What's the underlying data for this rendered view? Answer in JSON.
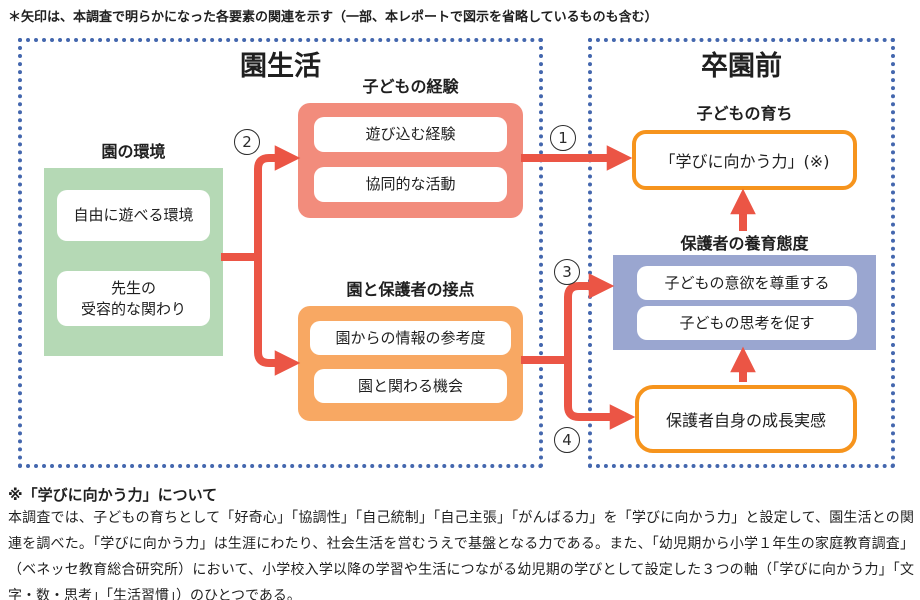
{
  "note_top": "＊矢印は、本調査で明らかになった各要素の関連を示す（一部、本レポートで図示を省略しているものも含む）",
  "panels": {
    "left": {
      "title": "園生活"
    },
    "right": {
      "title": "卒園前"
    }
  },
  "groups": {
    "environment": {
      "label": "園の環境",
      "items": [
        "自由に遊べる環境",
        "先生の\n受容的な関わり"
      ]
    },
    "experience": {
      "label": "子どもの経験",
      "items": [
        "遊び込む経験",
        "協同的な活動"
      ]
    },
    "contact": {
      "label": "園と保護者の接点",
      "items": [
        "園からの情報の参考度",
        "園と関わる機会"
      ]
    },
    "child_growth": {
      "label": "子どもの育ち",
      "box": "「学びに向かう力」(※)"
    },
    "parenting": {
      "label": "保護者の養育態度",
      "items": [
        "子どもの意欲を尊重する",
        "子どもの思考を促す"
      ]
    },
    "parent_growth": {
      "box": "保護者自身の成長実感"
    }
  },
  "arrow_labels": {
    "n1": "1",
    "n2": "2",
    "n3": "3",
    "n4": "4"
  },
  "footnote": {
    "heading": "※「学びに向かう力」について",
    "body": "本調査では、子どもの育ちとして「好奇心」「協調性」「自己統制」「自己主張」「がんばる力」を「学びに向かう力」と設定して、園生活との関連を調べた。「学びに向かう力」は生涯にわたり、社会生活を営むうえで基盤となる力である。また、「幼児期から小学１年生の家庭教育調査」（ベネッセ教育総合研究所）において、小学校入学以降の学習や生活につながる幼児期の学びとして設定した３つの軸（「学びに向かう力」「文字・数・思考」「生活習慣」）のひとつである。"
  },
  "colors": {
    "panel_border_blue": "#4467ae",
    "arrow_red": "#eb5545",
    "box_green": "#b5d9b5",
    "box_salmon": "#f28c7c",
    "box_orange": "#f8a863",
    "box_blue": "#9aa6d0",
    "outline_orange": "#f6941d"
  }
}
